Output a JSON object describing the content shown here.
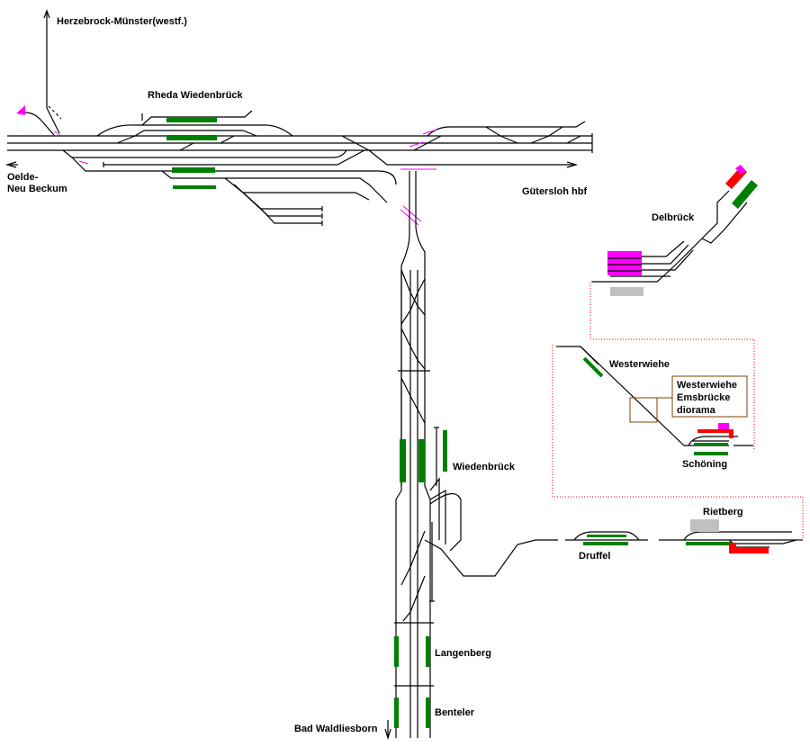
{
  "title": "",
  "colors": {
    "track": "#000000",
    "platform": "#008000",
    "highlight": "#ff00ff",
    "fiddle": "#ff0000",
    "inactive": "#c0c0c0",
    "boundary": "#ff0000",
    "box": "#804000"
  },
  "labels": {
    "herzebrock": "Herzebrock-Münster(westf.)",
    "rheda": "Rheda Wiedenbrück",
    "oelde_1": "Oelde-",
    "oelde_2": "Neu Beckum",
    "guetersloh": "Gütersloh hbf",
    "delbrueck": "Delbrück",
    "westerwiehe": "Westerwiehe",
    "box_line1": "Westerwiehe",
    "box_line2": "Emsbrücke",
    "box_line3": "diorama",
    "schoening": "Schöning",
    "wiedenbrueck": "Wiedenbrück",
    "rietberg": "Rietberg",
    "druffel": "Druffel",
    "langenberg": "Langenberg",
    "benteler": "Benteler",
    "bad_waldliesborn": "Bad Waldliesborn"
  }
}
